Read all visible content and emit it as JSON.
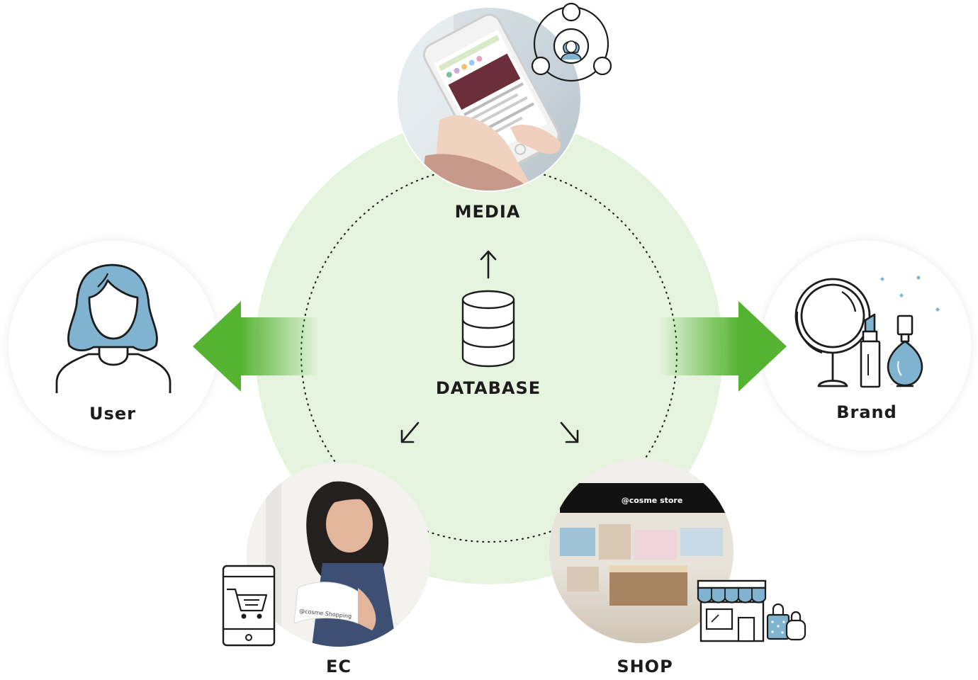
{
  "nodes": {
    "media": "MEDIA",
    "database": "DATABASE",
    "user": "User",
    "brand": "Brand",
    "ec": "EC",
    "shop": "SHOP"
  },
  "photos": {
    "store_sign": "@cosme store",
    "box_text": "@cosme Shopping"
  },
  "colors": {
    "hub_fill": "#e6f4df",
    "arrow_green": "#55b332",
    "icon_blue": "#7fb3cf",
    "line": "#1c1c1c"
  },
  "icons": [
    "network-user-icon",
    "database-icon",
    "user-avatar-icon",
    "mirror-icon",
    "lipstick-icon",
    "perfume-bottle-icon",
    "tablet-cart-icon",
    "storefront-icon",
    "shopping-bags-icon"
  ]
}
